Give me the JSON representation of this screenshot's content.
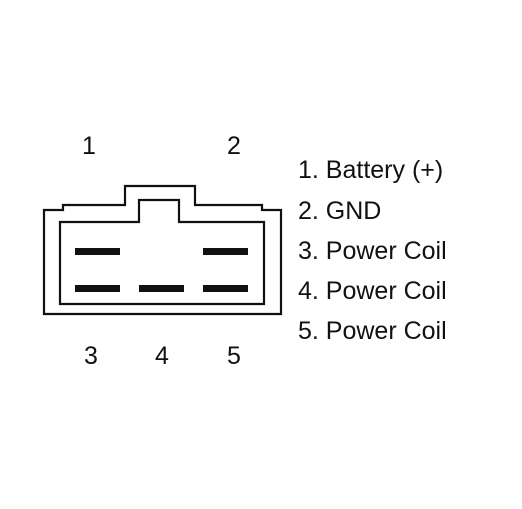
{
  "connector": {
    "top_labels": [
      "1",
      "2"
    ],
    "bottom_labels": [
      "3",
      "4",
      "5"
    ]
  },
  "legend": {
    "items": [
      "1. Battery (+)",
      "2. GND",
      "3. Power Coil",
      "4. Power Coil",
      "5. Power Coil"
    ]
  },
  "colors": {
    "line": "#111111",
    "background": "#ffffff"
  }
}
